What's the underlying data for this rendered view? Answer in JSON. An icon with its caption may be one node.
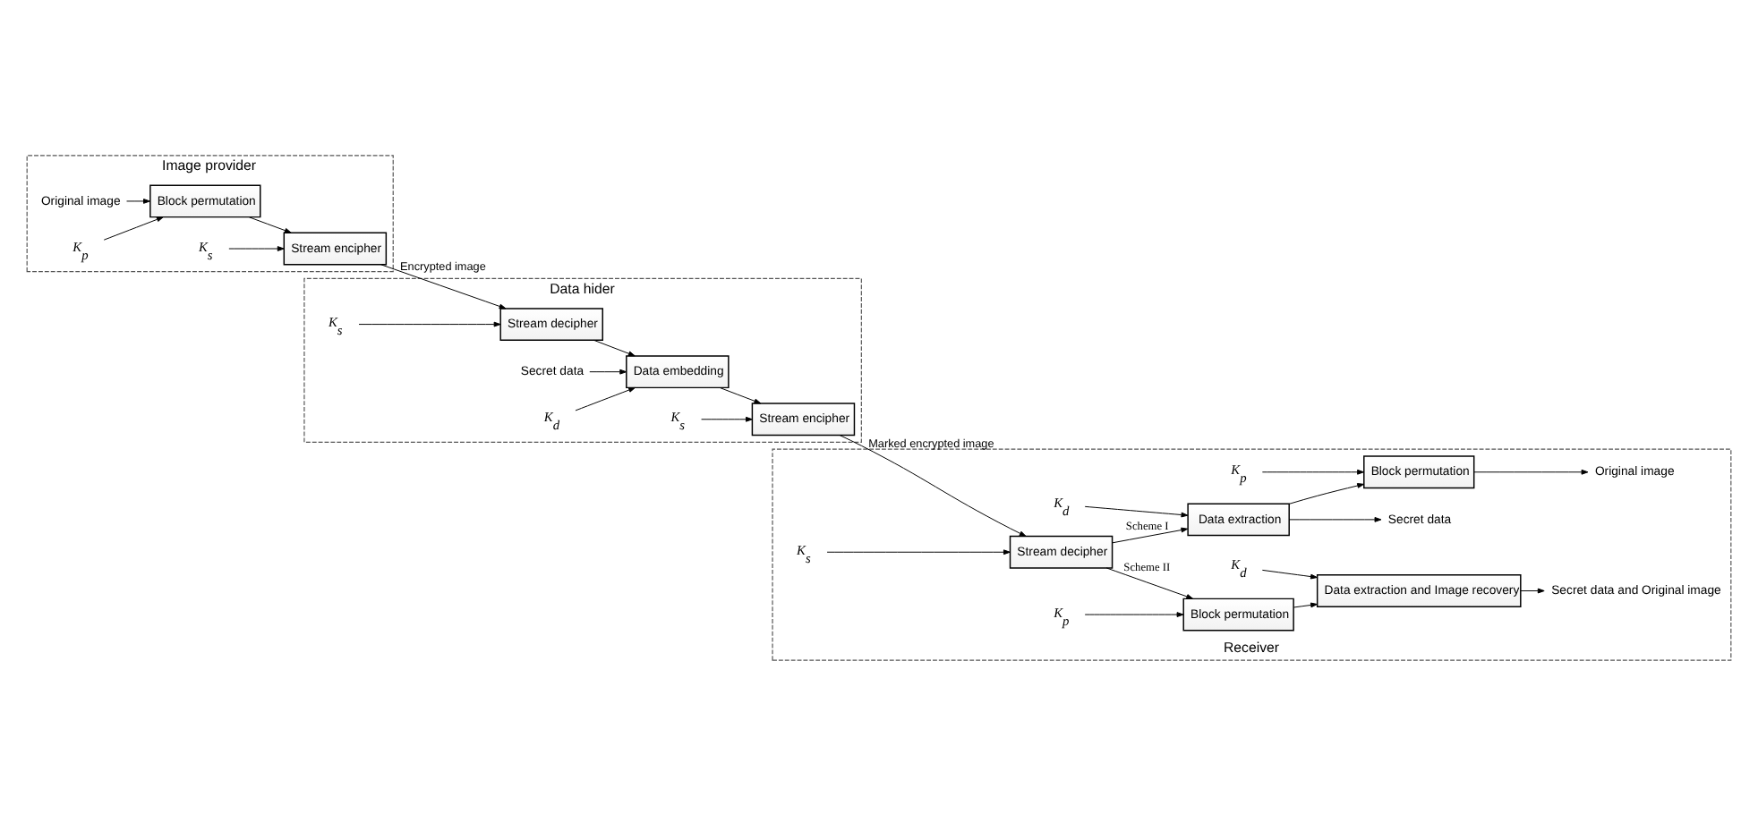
{
  "diagram": {
    "nodes": [
      {
        "text": [
          "Image provider"
        ]
      },
      {
        "text": [
          "Original image"
        ],
        "in": 0
      },
      {
        "text": [
          "K$_{p}$"
        ],
        "in": 0
      },
      {
        "text": [
          "Block permutation"
        ],
        "in": 0
      },
      {
        "text": [
          "K$_{s}$"
        ],
        "in": 0
      },
      {
        "text": [
          "Stream encipher"
        ],
        "in": 0
      },
      {
        "text": [
          "Data hider"
        ]
      },
      {
        "text": [
          "K$_{s}$"
        ],
        "in": 6
      },
      {
        "text": [
          "Stream decipher"
        ],
        "in": 6
      },
      {
        "text": [
          "Secret data"
        ],
        "in": 6
      },
      {
        "text": [
          "K$_{d}$"
        ],
        "in": 6
      },
      {
        "text": [
          "Data embedding"
        ],
        "in": 6
      },
      {
        "text": [
          "K$_{s}$"
        ],
        "in": 6
      },
      {
        "text": [
          "Stream encipher"
        ],
        "in": 6
      },
      {
        "text": [
          "Receiver"
        ]
      },
      {
        "text": [
          "K$_{p}$"
        ],
        "in": 14
      },
      {
        "text": [
          "Block permutation"
        ],
        "in": 14
      },
      {
        "text": [
          "Original image"
        ],
        "in": 14
      },
      {
        "text": [
          "Secret data"
        ],
        "in": 14
      },
      {
        "text": [
          "K$_{d}$"
        ],
        "in": 14
      },
      {
        "text": [
          "Data extraction"
        ],
        "in": 14
      },
      {
        "text": [
          "K$_{s}$"
        ],
        "in": 14
      },
      {
        "text": [
          "Stream decipher"
        ],
        "in": 14
      },
      {
        "text": [
          "Secret data and Original image"
        ],
        "in": 14
      },
      {
        "text": [
          "Data extraction and Image recovery"
        ],
        "in": 14
      },
      {
        "text": [
          "K$_{d}$"
        ],
        "in": 14
      },
      {
        "text": [
          "Block permutation"
        ],
        "in": 14
      },
      {
        "text": [
          "K$_{p}$"
        ],
        "in": 14
      }
    ],
    "edges": [
      {
        "from": 1,
        "to": 3,
        "arrow": "to"
      },
      {
        "from": 2,
        "to": 3,
        "arrow": "to"
      },
      {
        "from": 3,
        "to": 5,
        "arrow": "to"
      },
      {
        "from": 4,
        "to": 5,
        "arrow": "to"
      },
      {
        "from": 5,
        "to": 8,
        "arrow": "to",
        "label": "Encrypted image"
      },
      {
        "from": 7,
        "to": 8,
        "arrow": "to"
      },
      {
        "from": 8,
        "to": 11,
        "arrow": "to"
      },
      {
        "from": 9,
        "to": 11,
        "arrow": "to"
      },
      {
        "from": 10,
        "to": 11,
        "arrow": "to"
      },
      {
        "from": 11,
        "to": 13,
        "arrow": "to"
      },
      {
        "from": 12,
        "to": 13,
        "arrow": "to"
      },
      {
        "from": 13,
        "to": 22,
        "arrow": "to",
        "label": "Marked encrypted image"
      },
      {
        "from": 21,
        "to": 22,
        "arrow": "to"
      },
      {
        "from": 22,
        "to": 20,
        "arrow": "to",
        "label": "Scheme I"
      },
      {
        "from": 22,
        "to": 26,
        "arrow": "to",
        "label": "Scheme II"
      },
      {
        "from": 20,
        "to": 18,
        "arrow": "to"
      },
      {
        "from": 19,
        "to": 20,
        "arrow": "to"
      },
      {
        "from": 20,
        "to": 16,
        "arrow": "to"
      },
      {
        "from": 15,
        "to": 16,
        "arrow": "to"
      },
      {
        "from": 16,
        "to": 17,
        "arrow": "to"
      },
      {
        "from": 26,
        "to": 24,
        "arrow": "to"
      },
      {
        "from": 27,
        "to": 26,
        "arrow": "to"
      },
      {
        "from": 24,
        "to": 23,
        "arrow": "to"
      },
      {
        "from": 25,
        "to": 24,
        "arrow": "to"
      }
    ]
  }
}
